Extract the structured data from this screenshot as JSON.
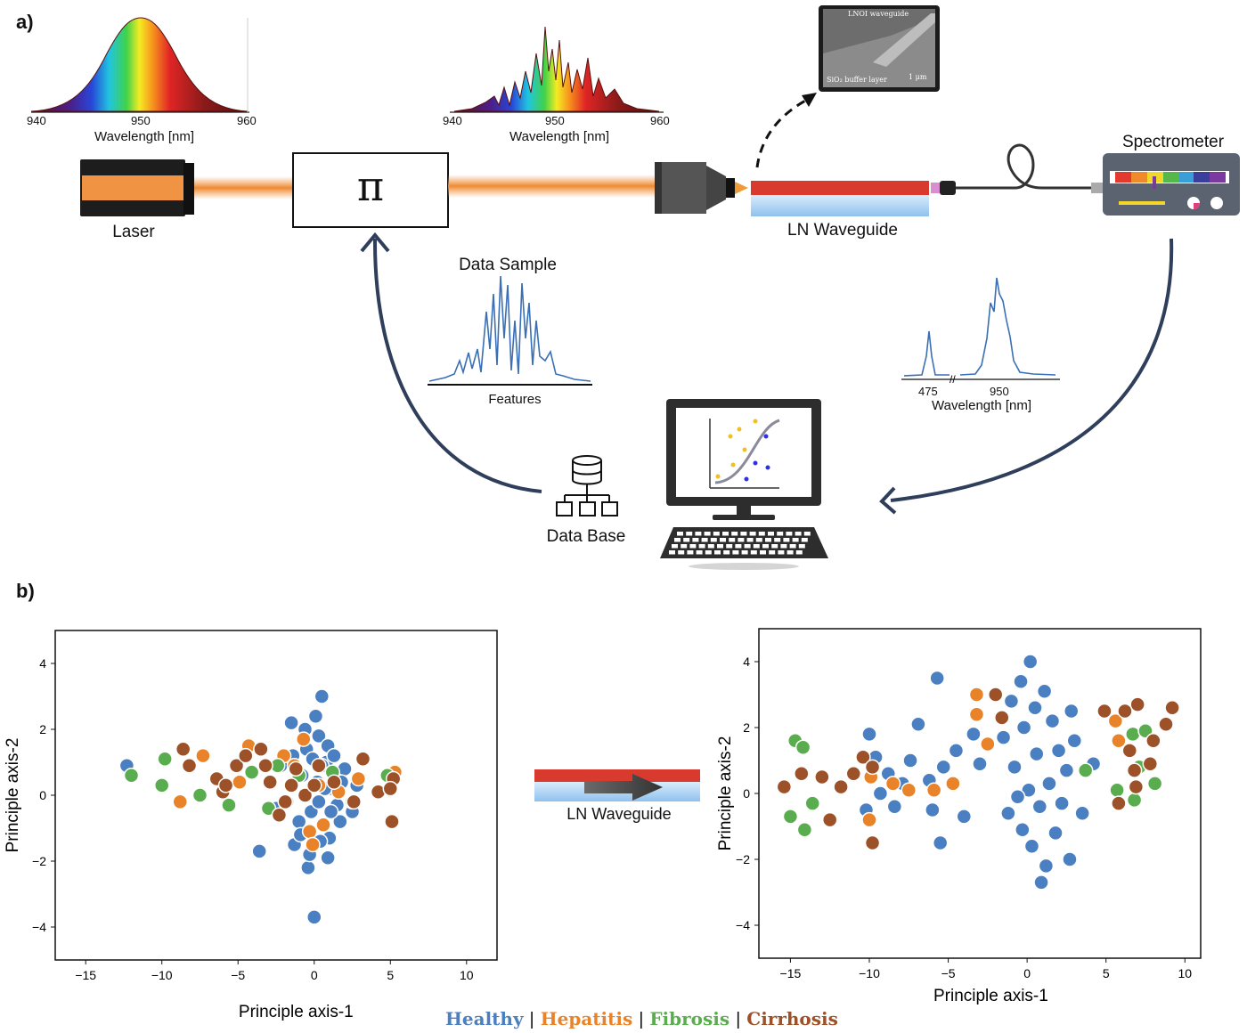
{
  "panel_a": {
    "label": "a)",
    "laser_label": "Laser",
    "pi_symbol": "π",
    "waveguide_label": "LN Waveguide",
    "spectrometer_label": "Spectrometer",
    "data_sample_label": "Data Sample",
    "features_label": "Features",
    "database_label": "Data Base",
    "input_spectrum": {
      "xticks": [
        "940",
        "950",
        "960"
      ],
      "xlabel": "Wavelength [nm]"
    },
    "shaped_spectrum": {
      "xticks": [
        "940",
        "950",
        "960"
      ],
      "xlabel": "Wavelength [nm]"
    },
    "output_spectrum": {
      "xticks": [
        "475",
        "950"
      ],
      "xlabel": "Wavelength [nm]"
    },
    "sem_inset": {
      "title": "LNOI waveguide",
      "buffer": "SiO₂ buffer layer",
      "scale": "1 μm"
    }
  },
  "panel_b": {
    "label": "b)",
    "middle_label": "LN Waveguide",
    "legend": [
      {
        "name": "Healthy",
        "color": "#4a7fc1"
      },
      {
        "name": "Hepatitis",
        "color": "#e8832a"
      },
      {
        "name": "Fibrosis",
        "color": "#5aad4e"
      },
      {
        "name": "Cirrhosis",
        "color": "#9c5128"
      }
    ],
    "separator": "|"
  },
  "chart_data": [
    {
      "type": "scatter",
      "title": "",
      "xlabel": "Principle axis-1",
      "ylabel": "Principle axis-2",
      "xlim": [
        -17,
        12
      ],
      "ylim": [
        -5,
        5
      ],
      "xticks": [
        "−15",
        "−10",
        "−5",
        "0",
        "5",
        "10"
      ],
      "yticks": [
        "4",
        "2",
        "0",
        "−2",
        "−4"
      ],
      "series": [
        {
          "name": "Healthy",
          "color": "#4a7fc1",
          "points": [
            [
              -12.3,
              0.9
            ],
            [
              -3.6,
              -1.7
            ],
            [
              0.5,
              3.0
            ],
            [
              -1.5,
              2.2
            ],
            [
              0,
              -3.7
            ],
            [
              -0.4,
              -2.2
            ],
            [
              -1.3,
              -1.5
            ],
            [
              0.3,
              1.8
            ],
            [
              0.8,
              1.0
            ],
            [
              1.2,
              0.2
            ],
            [
              -0.8,
              0.6
            ],
            [
              -0.2,
              -0.5
            ],
            [
              0.6,
              -0.9
            ],
            [
              1.5,
              -0.3
            ],
            [
              -0.5,
              1.4
            ],
            [
              0.2,
              0.4
            ],
            [
              -1.8,
              -0.2
            ],
            [
              1.0,
              -1.3
            ],
            [
              -0.3,
              -1.8
            ],
            [
              0.9,
              1.5
            ],
            [
              2.0,
              0.8
            ],
            [
              -2.2,
              0.9
            ],
            [
              0.4,
              -1.4
            ],
            [
              1.7,
              -0.8
            ],
            [
              -1.0,
              -0.8
            ],
            [
              0.7,
              0.2
            ],
            [
              -0.6,
              2.0
            ],
            [
              1.3,
              1.2
            ],
            [
              2.5,
              -0.5
            ],
            [
              -2.5,
              -0.4
            ],
            [
              0.1,
              2.4
            ],
            [
              1.8,
              0.4
            ],
            [
              -1.4,
              1.2
            ],
            [
              0.3,
              -0.2
            ],
            [
              0.9,
              -1.9
            ],
            [
              -0.9,
              -1.2
            ],
            [
              2.8,
              0.3
            ],
            [
              0.5,
              0.9
            ],
            [
              -0.1,
              1.1
            ],
            [
              1.1,
              -0.5
            ]
          ]
        },
        {
          "name": "Hepatitis",
          "color": "#e8832a",
          "points": [
            [
              -8.8,
              -0.2
            ],
            [
              -7.3,
              1.2
            ],
            [
              -4.9,
              0.4
            ],
            [
              -2.0,
              1.2
            ],
            [
              -0.7,
              1.7
            ],
            [
              0.6,
              -0.9
            ],
            [
              0.3,
              0.3
            ],
            [
              -0.3,
              -1.1
            ],
            [
              2.9,
              0.5
            ],
            [
              5.3,
              0.7
            ],
            [
              -4.3,
              1.5
            ],
            [
              -1.3,
              0.9
            ],
            [
              1.6,
              0.1
            ],
            [
              -0.1,
              -1.5
            ]
          ]
        },
        {
          "name": "Fibrosis",
          "color": "#5aad4e",
          "points": [
            [
              -12.0,
              0.6
            ],
            [
              -9.8,
              1.1
            ],
            [
              -10.0,
              0.3
            ],
            [
              -7.5,
              0
            ],
            [
              -5.6,
              -0.3
            ],
            [
              -4.1,
              0.7
            ],
            [
              -2.4,
              0.9
            ],
            [
              -1.0,
              0.6
            ],
            [
              1.2,
              0.7
            ],
            [
              2.5,
              -0.2
            ],
            [
              4.8,
              0.6
            ],
            [
              -3.0,
              -0.4
            ]
          ]
        },
        {
          "name": "Cirrhosis",
          "color": "#9c5128",
          "points": [
            [
              -8.6,
              1.4
            ],
            [
              -8.2,
              0.9
            ],
            [
              -6.4,
              0.5
            ],
            [
              -5.1,
              0.9
            ],
            [
              -4.5,
              1.2
            ],
            [
              -3.5,
              1.4
            ],
            [
              -2.9,
              0.4
            ],
            [
              -1.9,
              -0.2
            ],
            [
              -1.2,
              0.8
            ],
            [
              -0.6,
              0.0
            ],
            [
              0.3,
              0.9
            ],
            [
              1.3,
              0.4
            ],
            [
              3.2,
              1.1
            ],
            [
              4.2,
              0.1
            ],
            [
              5.2,
              0.5
            ],
            [
              5.1,
              -0.8
            ],
            [
              5.0,
              0.2
            ],
            [
              -6.0,
              0.1
            ],
            [
              -3.2,
              0.9
            ],
            [
              -1.5,
              0.3
            ],
            [
              0.0,
              0.3
            ],
            [
              2.6,
              -0.2
            ],
            [
              -2.3,
              -0.6
            ],
            [
              -5.8,
              0.3
            ]
          ]
        }
      ]
    },
    {
      "type": "scatter",
      "title": "",
      "xlabel": "Principle axis-1",
      "ylabel": "Principle axis-2",
      "xlim": [
        -17,
        11
      ],
      "ylim": [
        -5,
        5
      ],
      "xticks": [
        "−15",
        "−10",
        "−5",
        "0",
        "5",
        "10"
      ],
      "yticks": [
        "4",
        "2",
        "0",
        "−2",
        "−4"
      ],
      "series": [
        {
          "name": "Healthy",
          "color": "#4a7fc1",
          "points": [
            [
              -5.7,
              3.5
            ],
            [
              -5.5,
              -1.5
            ],
            [
              -10.0,
              1.8
            ],
            [
              -7.4,
              1.0
            ],
            [
              -6.2,
              0.4
            ],
            [
              -4.5,
              1.3
            ],
            [
              -8.4,
              -0.4
            ],
            [
              -10.2,
              -0.5
            ],
            [
              -9.6,
              1.1
            ],
            [
              -6.9,
              2.1
            ],
            [
              -5.3,
              0.8
            ],
            [
              -4.0,
              -0.7
            ],
            [
              -7.9,
              0.3
            ],
            [
              -3.0,
              0.9
            ],
            [
              -8.8,
              0.6
            ],
            [
              -6.0,
              -0.5
            ],
            [
              -3.4,
              1.8
            ],
            [
              -9.3,
              0
            ],
            [
              0.2,
              4.0
            ],
            [
              0.5,
              2.6
            ],
            [
              1.2,
              -2.2
            ],
            [
              2.7,
              -2.0
            ],
            [
              -1.5,
              1.7
            ],
            [
              -1.2,
              -0.6
            ],
            [
              0.6,
              1.2
            ],
            [
              1.4,
              0.3
            ],
            [
              -0.3,
              -1.1
            ],
            [
              2.0,
              1.3
            ],
            [
              0.1,
              0.1
            ],
            [
              1.8,
              -1.2
            ],
            [
              -0.8,
              0.8
            ],
            [
              2.5,
              0.7
            ],
            [
              0.8,
              -0.4
            ],
            [
              -0.2,
              2.0
            ],
            [
              1.1,
              3.1
            ],
            [
              2.2,
              -0.3
            ],
            [
              -1.0,
              2.8
            ],
            [
              0.3,
              -1.6
            ],
            [
              1.6,
              2.2
            ],
            [
              -0.6,
              -0.1
            ],
            [
              3.0,
              1.6
            ],
            [
              0.9,
              -2.7
            ],
            [
              4.2,
              0.9
            ],
            [
              3.5,
              -0.6
            ],
            [
              -0.4,
              3.4
            ],
            [
              2.8,
              2.5
            ]
          ]
        },
        {
          "name": "Hepatitis",
          "color": "#e8832a",
          "points": [
            [
              -3.2,
              3.0
            ],
            [
              -3.2,
              2.4
            ],
            [
              -9.9,
              0.5
            ],
            [
              -8.5,
              0.3
            ],
            [
              -7.5,
              0.1
            ],
            [
              -5.9,
              0.1
            ],
            [
              -10.0,
              -0.8
            ],
            [
              -2.5,
              1.5
            ],
            [
              -4.7,
              0.3
            ],
            [
              5.6,
              2.2
            ],
            [
              5.8,
              1.6
            ]
          ]
        },
        {
          "name": "Fibrosis",
          "color": "#5aad4e",
          "points": [
            [
              -14.7,
              1.6
            ],
            [
              -14.2,
              1.4
            ],
            [
              -15.0,
              -0.7
            ],
            [
              -14.1,
              -1.1
            ],
            [
              -13.6,
              -0.3
            ],
            [
              3.7,
              0.7
            ],
            [
              6.7,
              1.8
            ],
            [
              7.5,
              1.9
            ],
            [
              7.1,
              0.8
            ],
            [
              8.1,
              0.3
            ],
            [
              5.7,
              0.1
            ],
            [
              6.8,
              -0.2
            ]
          ]
        },
        {
          "name": "Cirrhosis",
          "color": "#9c5128",
          "points": [
            [
              -9.8,
              -1.5
            ],
            [
              -15.4,
              0.2
            ],
            [
              -14.3,
              0.6
            ],
            [
              -13.0,
              0.5
            ],
            [
              -12.5,
              -0.8
            ],
            [
              -11.0,
              0.6
            ],
            [
              -10.4,
              1.1
            ],
            [
              -9.8,
              0.8
            ],
            [
              -11.8,
              0.2
            ],
            [
              -2.0,
              3.0
            ],
            [
              -1.6,
              2.3
            ],
            [
              4.9,
              2.5
            ],
            [
              6.2,
              2.5
            ],
            [
              7.0,
              2.7
            ],
            [
              9.2,
              2.6
            ],
            [
              6.5,
              1.3
            ],
            [
              8.0,
              1.6
            ],
            [
              8.8,
              2.1
            ],
            [
              6.8,
              0.7
            ],
            [
              7.8,
              0.9
            ],
            [
              5.8,
              -0.3
            ],
            [
              6.9,
              0.2
            ]
          ]
        }
      ]
    }
  ]
}
